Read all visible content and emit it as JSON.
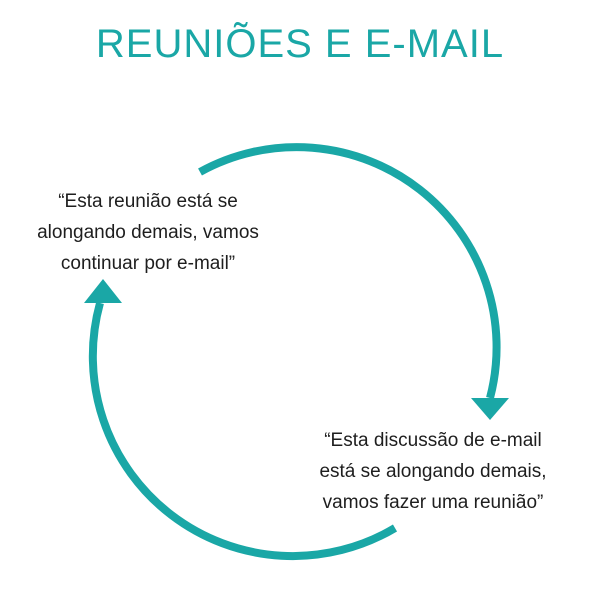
{
  "title": "REUNIÕES E E-MAIL",
  "quotes": {
    "meeting_to_email": {
      "lines": [
        "“Esta reunião está se",
        "alongando demais, vamos",
        "continuar por e-mail”"
      ]
    },
    "email_to_meeting": {
      "lines": [
        "“Esta discussão de e-mail",
        "está se alongando demais,",
        "vamos fazer uma reunião”"
      ]
    }
  },
  "colors": {
    "accent": "#1aa7a6",
    "text": "#1e1e1e",
    "background": "#ffffff"
  },
  "icons": {
    "arrow_right": "arrowhead-down-icon",
    "arrow_left": "arrowhead-up-icon"
  }
}
